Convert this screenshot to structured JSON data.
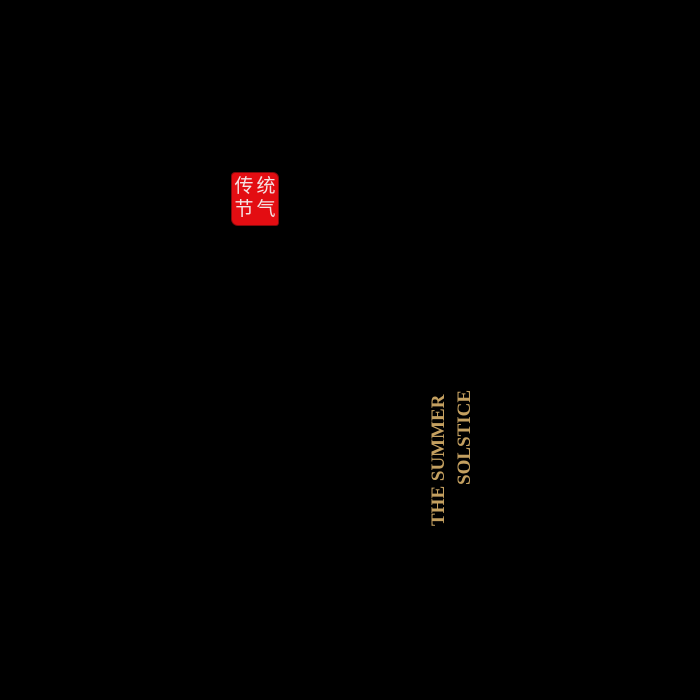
{
  "background_color": "#000000",
  "seal": {
    "color": "#e30d12",
    "text_color": "#f4e2e2",
    "characters": {
      "top_left": "传",
      "top_right": "统",
      "bottom_left": "节",
      "bottom_right": "气"
    }
  },
  "title": {
    "color": "#c4a060",
    "line1": "THE SUMMER",
    "line2": "SOLSTICE",
    "orientation": "vertical, reading bottom-to-top"
  }
}
